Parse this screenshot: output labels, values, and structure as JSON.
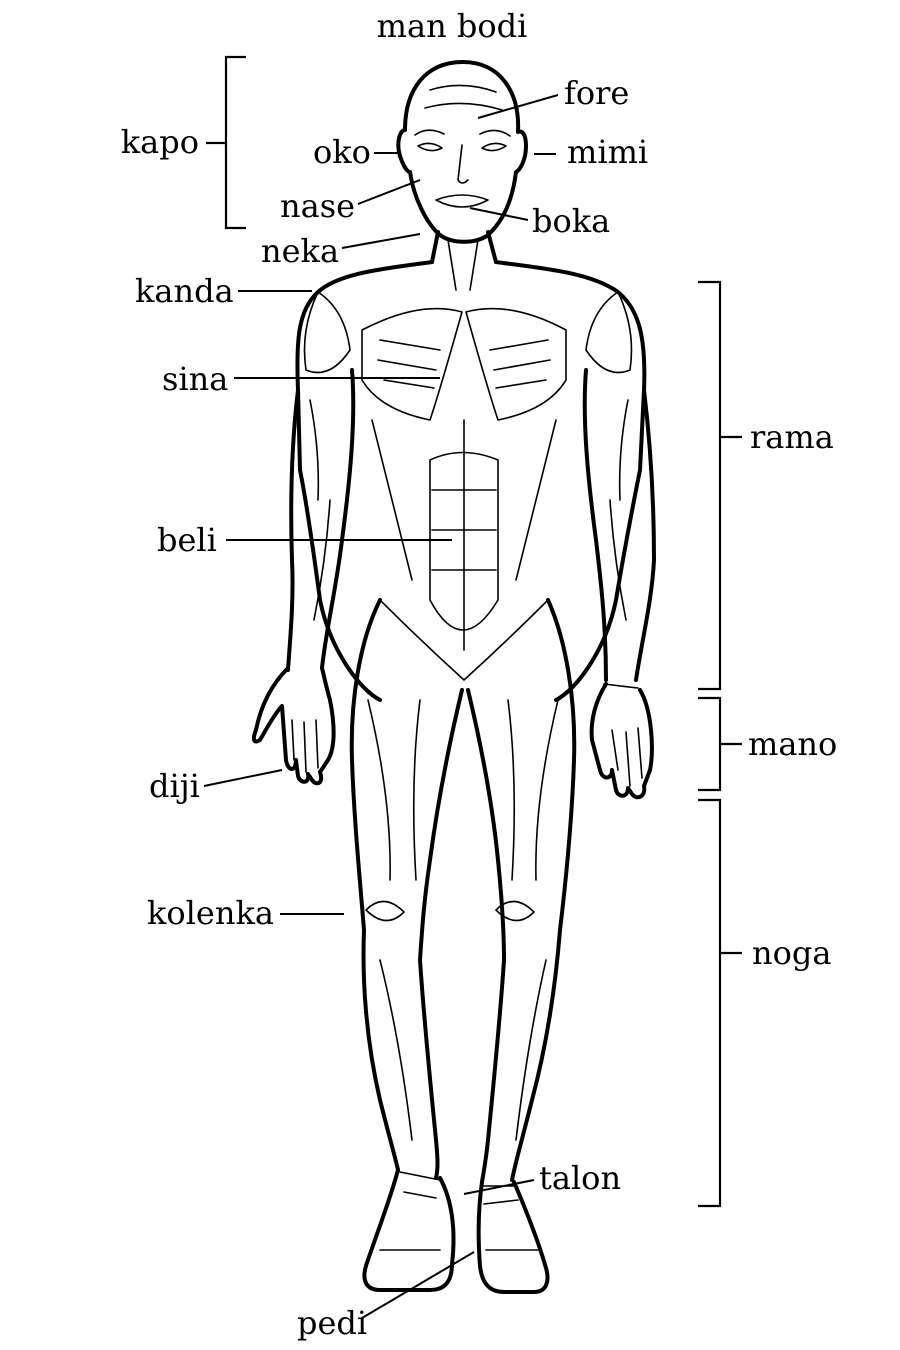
{
  "title": "man bodi",
  "labels": {
    "kapo": "kapo",
    "fore": "fore",
    "oko": "oko",
    "mimi": "mimi",
    "nase": "nase",
    "boka": "boka",
    "neka": "neka",
    "kanda": "kanda",
    "sina": "sina",
    "rama": "rama",
    "beli": "beli",
    "mano": "mano",
    "diji": "diji",
    "kolenka": "kolenka",
    "noga": "noga",
    "talon": "talon",
    "pedi": "pedi"
  }
}
